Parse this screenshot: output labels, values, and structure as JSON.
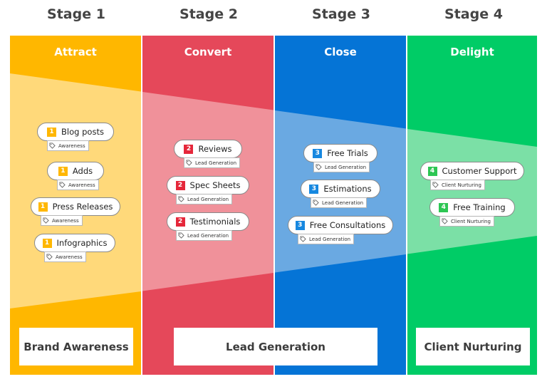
{
  "stages": [
    "Stage 1",
    "Stage 2",
    "Stage 3",
    "Stage 4"
  ],
  "columns": [
    {
      "title": "Attract",
      "color": "#FFB700",
      "light": "#FFD97A"
    },
    {
      "title": "Convert",
      "color": "#E5485A",
      "light": "#F0919A"
    },
    {
      "title": "Close",
      "color": "#0574D6",
      "light": "#6AA9E2"
    },
    {
      "title": "Delight",
      "color": "#00CC66",
      "light": "#7BE0A6"
    }
  ],
  "badge_colors": [
    "#FFB700",
    "#E5273A",
    "#1788E0",
    "#2DC653"
  ],
  "items": [
    {
      "stage": 0,
      "num": "1",
      "label": "Blog posts",
      "tag": "Awareness"
    },
    {
      "stage": 0,
      "num": "1",
      "label": "Adds",
      "tag": "Awareness"
    },
    {
      "stage": 0,
      "num": "1",
      "label": "Press Releases",
      "tag": "Awareness"
    },
    {
      "stage": 0,
      "num": "1",
      "label": "Infographics",
      "tag": "Awareness"
    },
    {
      "stage": 1,
      "num": "2",
      "label": "Reviews",
      "tag": "Lead Generation"
    },
    {
      "stage": 1,
      "num": "2",
      "label": "Spec Sheets",
      "tag": "Lead Generation"
    },
    {
      "stage": 1,
      "num": "2",
      "label": "Testimonials",
      "tag": "Lead Generation"
    },
    {
      "stage": 2,
      "num": "3",
      "label": "Free Trials",
      "tag": "Lead Generation"
    },
    {
      "stage": 2,
      "num": "3",
      "label": "Estimations",
      "tag": "Lead Generation"
    },
    {
      "stage": 2,
      "num": "3",
      "label": "Free Consultations",
      "tag": "Lead Generation"
    },
    {
      "stage": 3,
      "num": "4",
      "label": "Customer Support",
      "tag": "Client Nurturing"
    },
    {
      "stage": 3,
      "num": "4",
      "label": "Free Training",
      "tag": "Client Nurturing"
    }
  ],
  "bottom_boxes": [
    "Brand Awareness",
    "Lead Generation",
    "Client Nurturing"
  ]
}
